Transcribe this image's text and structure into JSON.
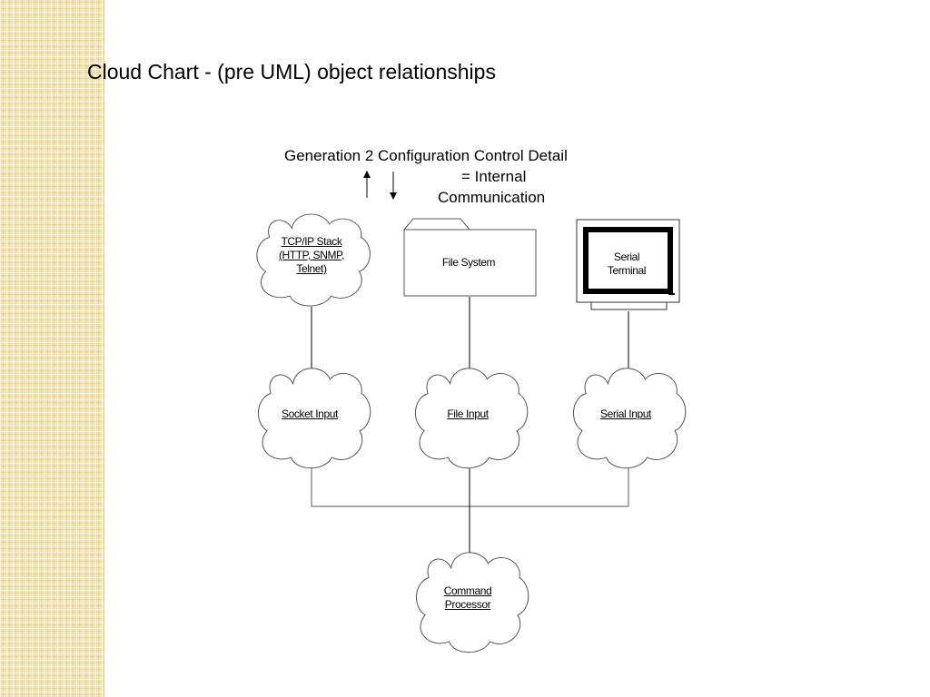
{
  "slide": {
    "title": "Cloud Chart - (pre UML) object relationships"
  },
  "diagram": {
    "title": "Generation 2 Configuration Control Detail",
    "legend": {
      "line1": "= Internal",
      "line2": "Communication"
    },
    "nodes": {
      "tcpip": {
        "line1": "TCP/IP Stack",
        "line2": "(HTTP, SNMP,",
        "line3": "Telnet)"
      },
      "file_system": {
        "label": "File System"
      },
      "serial_terminal": {
        "line1": "Serial",
        "line2": "Terminal"
      },
      "socket_input": {
        "label": "Socket Input"
      },
      "file_input": {
        "label": "File Input"
      },
      "serial_input": {
        "label": "Serial Input"
      },
      "command_processor": {
        "line1": "Command",
        "line2": "Processor"
      }
    }
  },
  "colors": {
    "background": "#ffffff",
    "strip": "#f3e4b5",
    "ink": "#000000",
    "outline": "#555555"
  }
}
